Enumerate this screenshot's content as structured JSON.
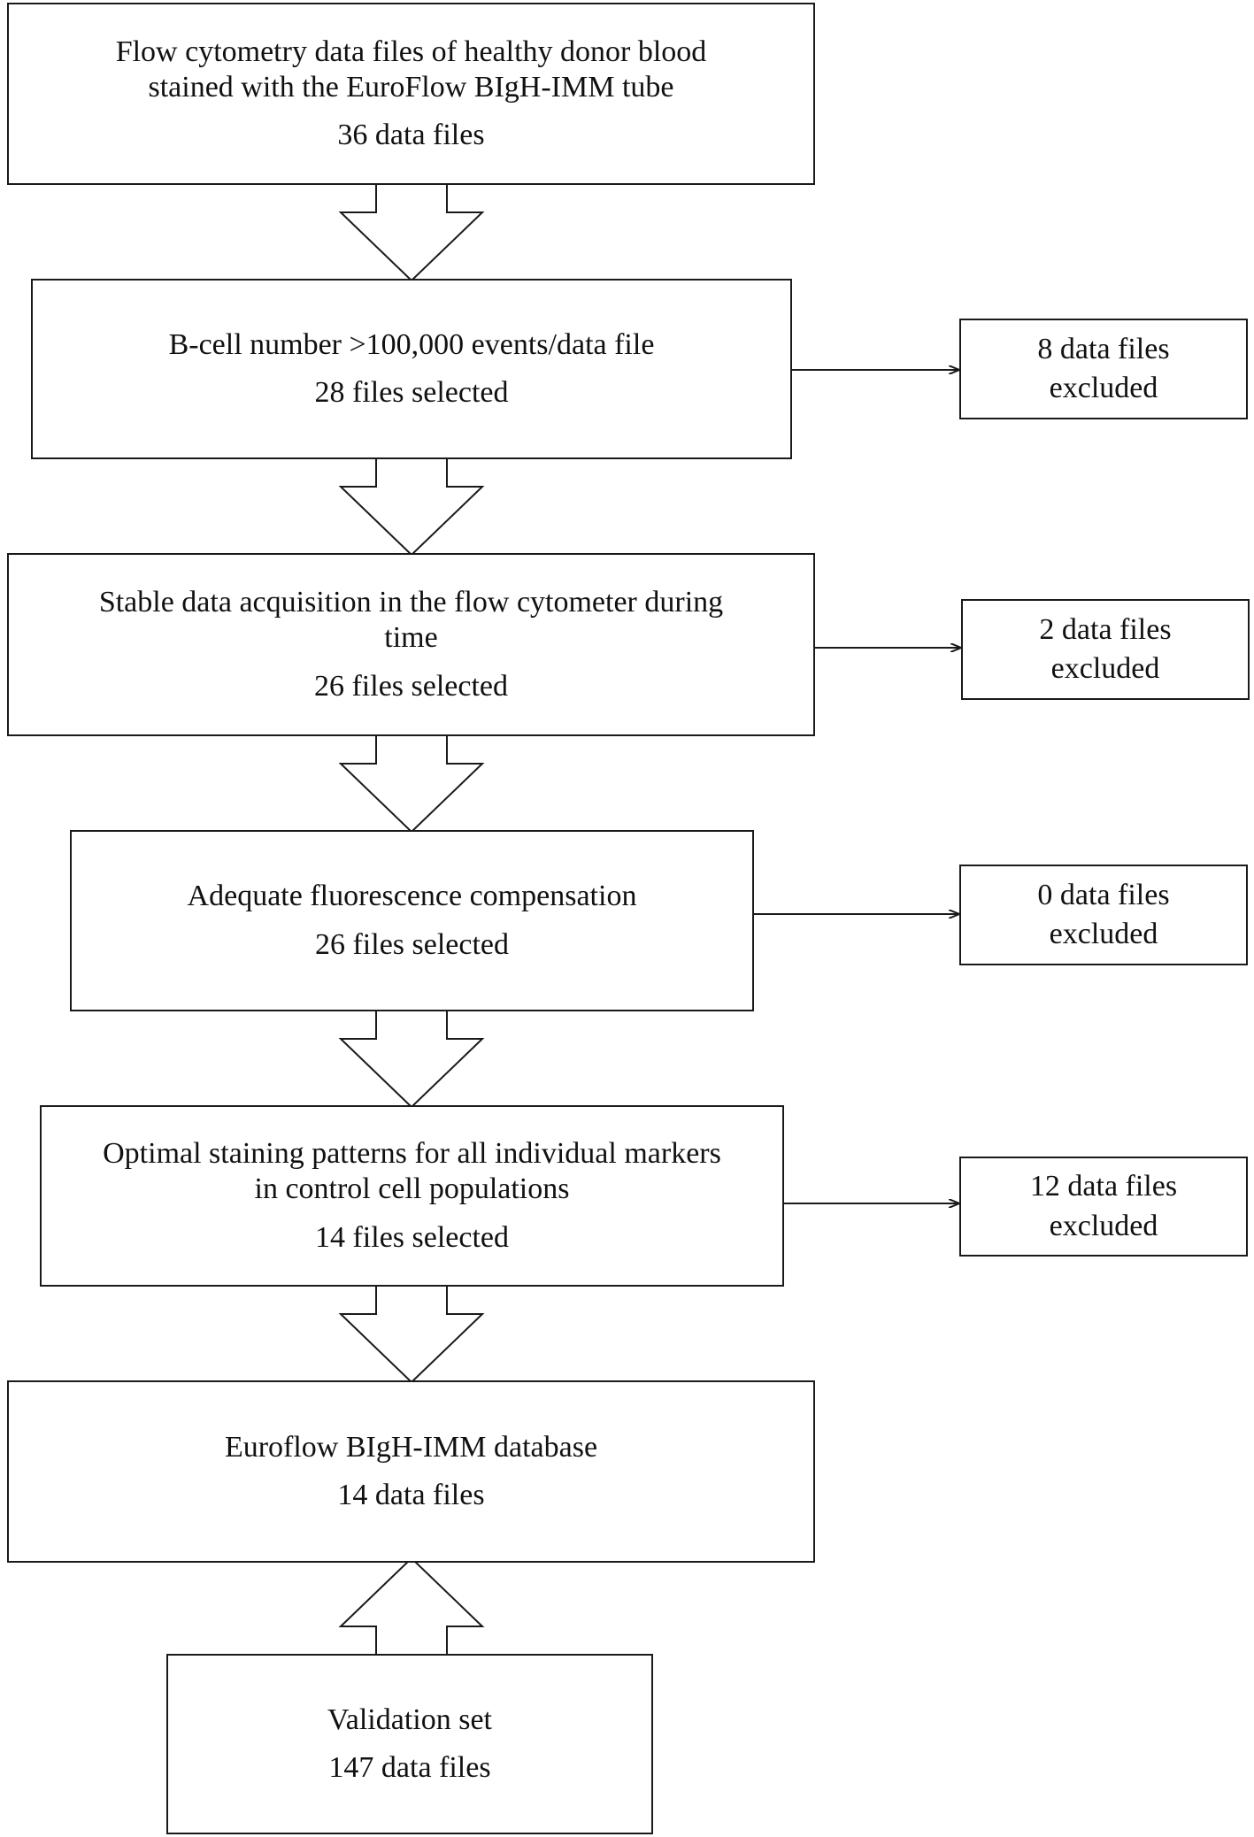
{
  "steps": [
    {
      "title_lines": [
        "Flow cytometry data files of healthy donor blood",
        "stained with the EuroFlow BIgH-IMM tube"
      ],
      "count": "36 data files"
    },
    {
      "title_lines": [
        "B-cell number >100,000 events/data file"
      ],
      "count": "28 files selected"
    },
    {
      "title_lines": [
        "Stable data acquisition in the flow cytometer during",
        "time"
      ],
      "count": "26 files selected"
    },
    {
      "title_lines": [
        "Adequate fluorescence compensation"
      ],
      "count": "26 files selected"
    },
    {
      "title_lines": [
        "Optimal staining patterns for all individual markers",
        "in control cell populations"
      ],
      "count": "14 files selected"
    },
    {
      "title_lines": [
        "Euroflow BIgH-IMM database"
      ],
      "count": "14 data files"
    }
  ],
  "exclusions": [
    {
      "lines": [
        "8 data files",
        "excluded"
      ]
    },
    {
      "lines": [
        "2 data files",
        "excluded"
      ]
    },
    {
      "lines": [
        "0 data files",
        "excluded"
      ]
    },
    {
      "lines": [
        "12 data files",
        "excluded"
      ]
    }
  ],
  "validation": {
    "title": "Validation set",
    "count": "147 data files"
  }
}
